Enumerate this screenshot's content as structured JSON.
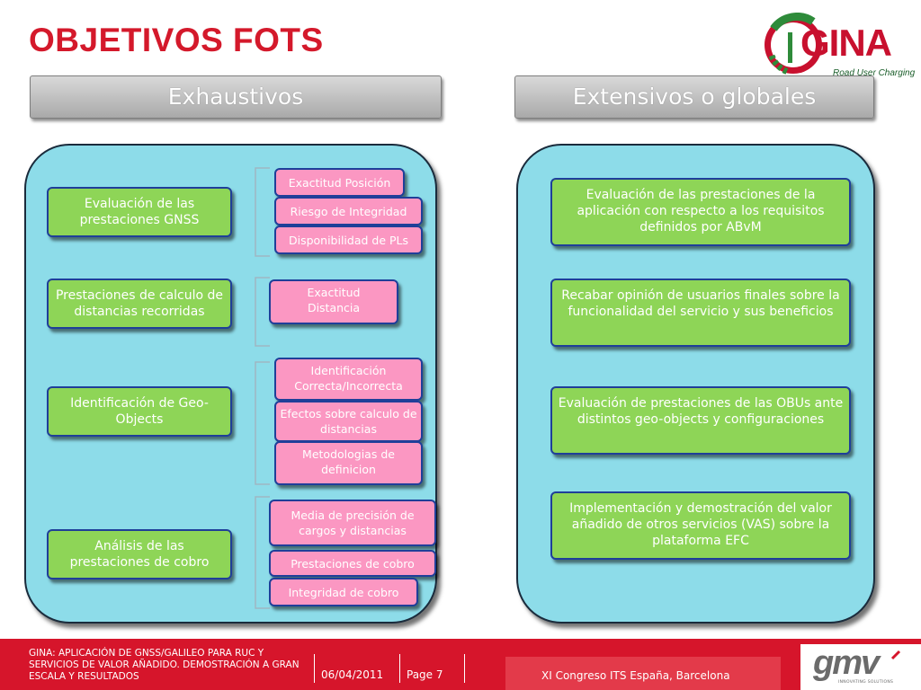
{
  "slide": {
    "title": "OBJETIVOS FOTS"
  },
  "logo": {
    "name": "GINA",
    "tagline": "Road User Charging"
  },
  "left": {
    "header": "Exhaustivos",
    "groups": [
      {
        "label": "Evaluación de las prestaciones GNSS",
        "items": [
          "Exactitud Posición",
          "Riesgo de Integridad",
          "Disponibilidad de PLs"
        ]
      },
      {
        "label": "Prestaciones de calculo de distancias recorridas",
        "items": [
          "Exactitud Distancia"
        ]
      },
      {
        "label": "Identificación de Geo-Objects",
        "items": [
          "Identificación Correcta/Incorrecta",
          "Efectos sobre calculo de distancias",
          "Metodologias de definicion"
        ]
      },
      {
        "label": "Análisis de las prestaciones de cobro",
        "items": [
          "Media de precisión de cargos y distancias",
          "Prestaciones de cobro",
          "Integridad de cobro"
        ]
      }
    ]
  },
  "right": {
    "header": "Extensivos o globales",
    "items": [
      "Evaluación de las prestaciones de la aplicación con respecto a los requisitos definidos por ABvM",
      "Recabar opinión de usuarios finales sobre la funcionalidad del servicio y sus beneficios",
      "Evaluación de prestaciones de las OBUs ante distintos geo-objects  y configuraciones",
      "Implementación y demostración del valor añadido de otros servicios (VAS) sobre la plataforma EFC"
    ]
  },
  "footer": {
    "description": "GINA: APLICACIÓN DE GNSS/GALILEO PARA RUC Y SERVICIOS DE VALOR AÑADIDO. DEMOSTRACIÓN A GRAN ESCALA Y RESULTADOS",
    "date": "06/04/2011",
    "page": "Page 7",
    "event": "XI Congreso ITS España, Barcelona",
    "company_logo": "gmv",
    "company_tagline": "INNOVATING SOLUTIONS"
  },
  "colors": {
    "title": "#d4192b",
    "panel": "#8ddce9",
    "green_box": "#8ed557",
    "pink_box": "#fb97c2",
    "box_border": "#1f3f99",
    "footer": "#d6152b"
  }
}
